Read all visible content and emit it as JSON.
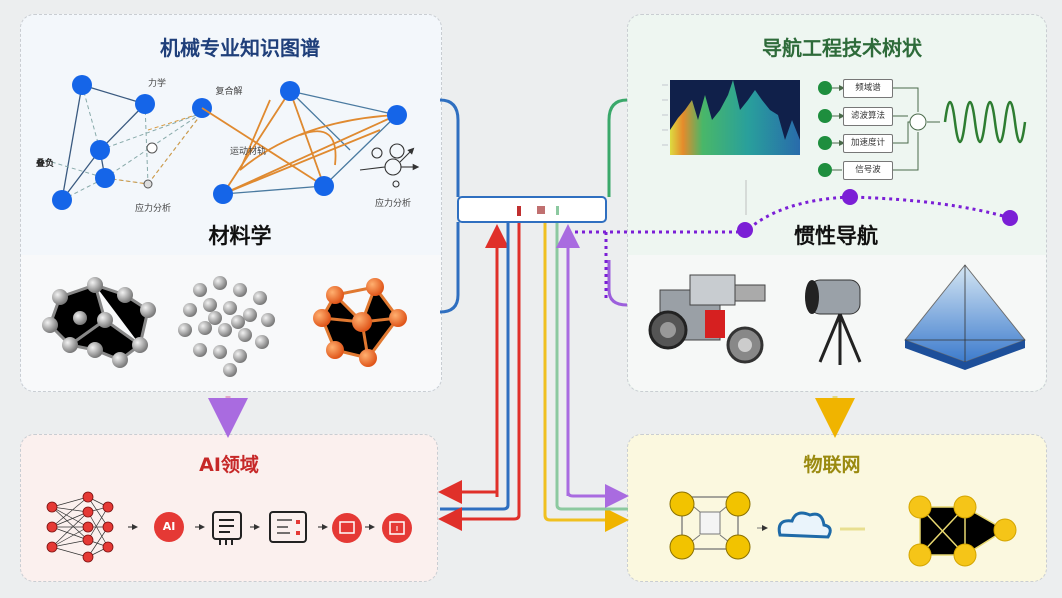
{
  "panels": {
    "mechanical": {
      "title": "机械专业知识图谱",
      "graph_labels": [
        "力学",
        "复合解",
        "叠负",
        "运动材轨",
        "应力分析",
        "应力分析"
      ],
      "subtitle": "材料学"
    },
    "navigation": {
      "title": "导航工程技术树状",
      "flow_boxes": [
        "频域谱",
        "滤波算法",
        "加速度计",
        "信号波"
      ],
      "subtitle": "惯性导航"
    },
    "ai": {
      "title": "AI领域",
      "ai_badge": "AI"
    },
    "iot": {
      "title": "物联网"
    }
  },
  "colors": {
    "mech_title": "#1f3f7a",
    "nav_title": "#2e6b3a",
    "ai_title": "#c62828",
    "iot_title": "#9a8a10",
    "node_blue": "#1565e8",
    "node_green": "#1e8e3e",
    "node_purple": "#7b1fd6",
    "ai_red": "#e53935",
    "iot_yellow": "#f2c300"
  }
}
